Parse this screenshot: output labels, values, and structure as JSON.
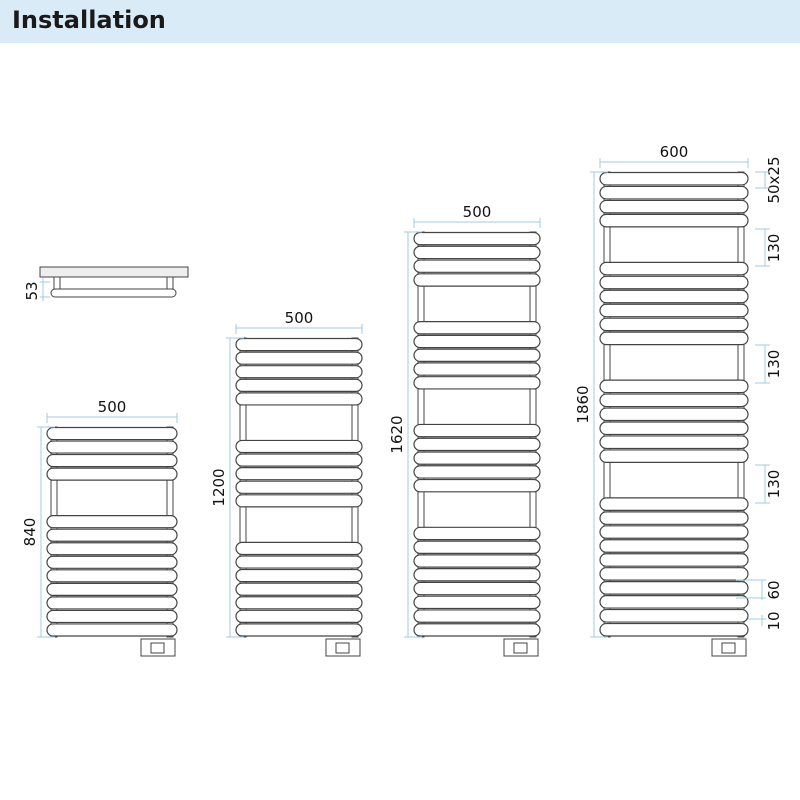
{
  "header": {
    "title": "Installation"
  },
  "side_view": {
    "depth_label": "53"
  },
  "radiators": [
    {
      "name": "840",
      "width_label": "500",
      "height_label": "840",
      "groups": [
        4,
        9
      ]
    },
    {
      "name": "1200",
      "width_label": "500",
      "height_label": "1200",
      "groups": [
        5,
        5,
        7
      ]
    },
    {
      "name": "1620",
      "width_label": "500",
      "height_label": "1620",
      "groups": [
        4,
        5,
        5,
        8
      ]
    },
    {
      "name": "1860",
      "width_label": "600",
      "height_label": "1860",
      "groups": [
        4,
        6,
        6,
        10
      ]
    }
  ],
  "details": {
    "bar_size": "50x25",
    "gap_1": "130",
    "gap_2": "130",
    "gap_3": "130",
    "bar_pitch": "60",
    "bar_spacing": "10"
  },
  "colors": {
    "dimension_line": "#9fcbe3",
    "outline": "#444444",
    "header_bg": "#d9ebf6"
  }
}
